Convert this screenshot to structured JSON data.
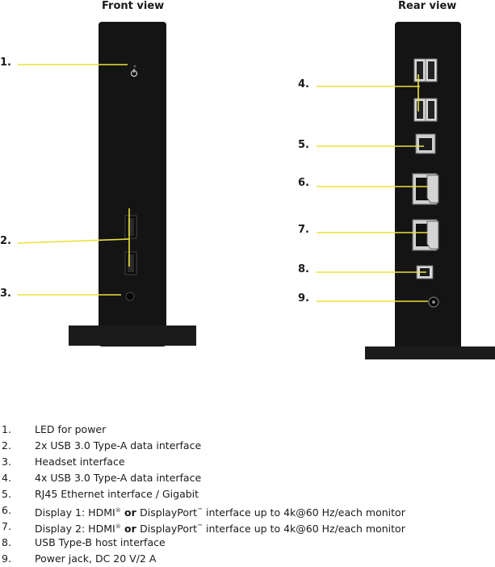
{
  "front_view": {
    "title": "Front view",
    "callouts": [
      "1.",
      "2.",
      "3."
    ]
  },
  "rear_view": {
    "title": "Rear view",
    "callouts": [
      "4.",
      "5.",
      "6.",
      "7.",
      "8.",
      "9."
    ]
  },
  "colors": {
    "callout_line": "#e8e23a",
    "device": "#141414"
  },
  "legend": [
    {
      "num": "1.",
      "parts": [
        "LED for power"
      ]
    },
    {
      "num": "2.",
      "parts": [
        "2x USB 3.0 Type-A data interface"
      ]
    },
    {
      "num": "3.",
      "parts": [
        "Headset interface"
      ]
    },
    {
      "num": "4.",
      "parts": [
        "4x USB 3.0 Type-A data interface"
      ]
    },
    {
      "num": "5.",
      "parts": [
        "RJ45 Ethernet interface / Gigabit"
      ]
    },
    {
      "num": "6.",
      "parts": [
        "Display 1: HDMI",
        "®",
        " or ",
        "DisplayPort",
        "™",
        " interface up to 4k@60 Hz/each monitor"
      ]
    },
    {
      "num": "7.",
      "parts": [
        "Display 2: HDMI",
        "®",
        " or ",
        "DisplayPort",
        "™",
        " interface up to 4k@60 Hz/each monitor"
      ]
    },
    {
      "num": "8.",
      "parts": [
        "USB Type-B host interface"
      ]
    },
    {
      "num": "9.",
      "parts": [
        "Power jack, DC 20 V/2 A"
      ]
    }
  ]
}
